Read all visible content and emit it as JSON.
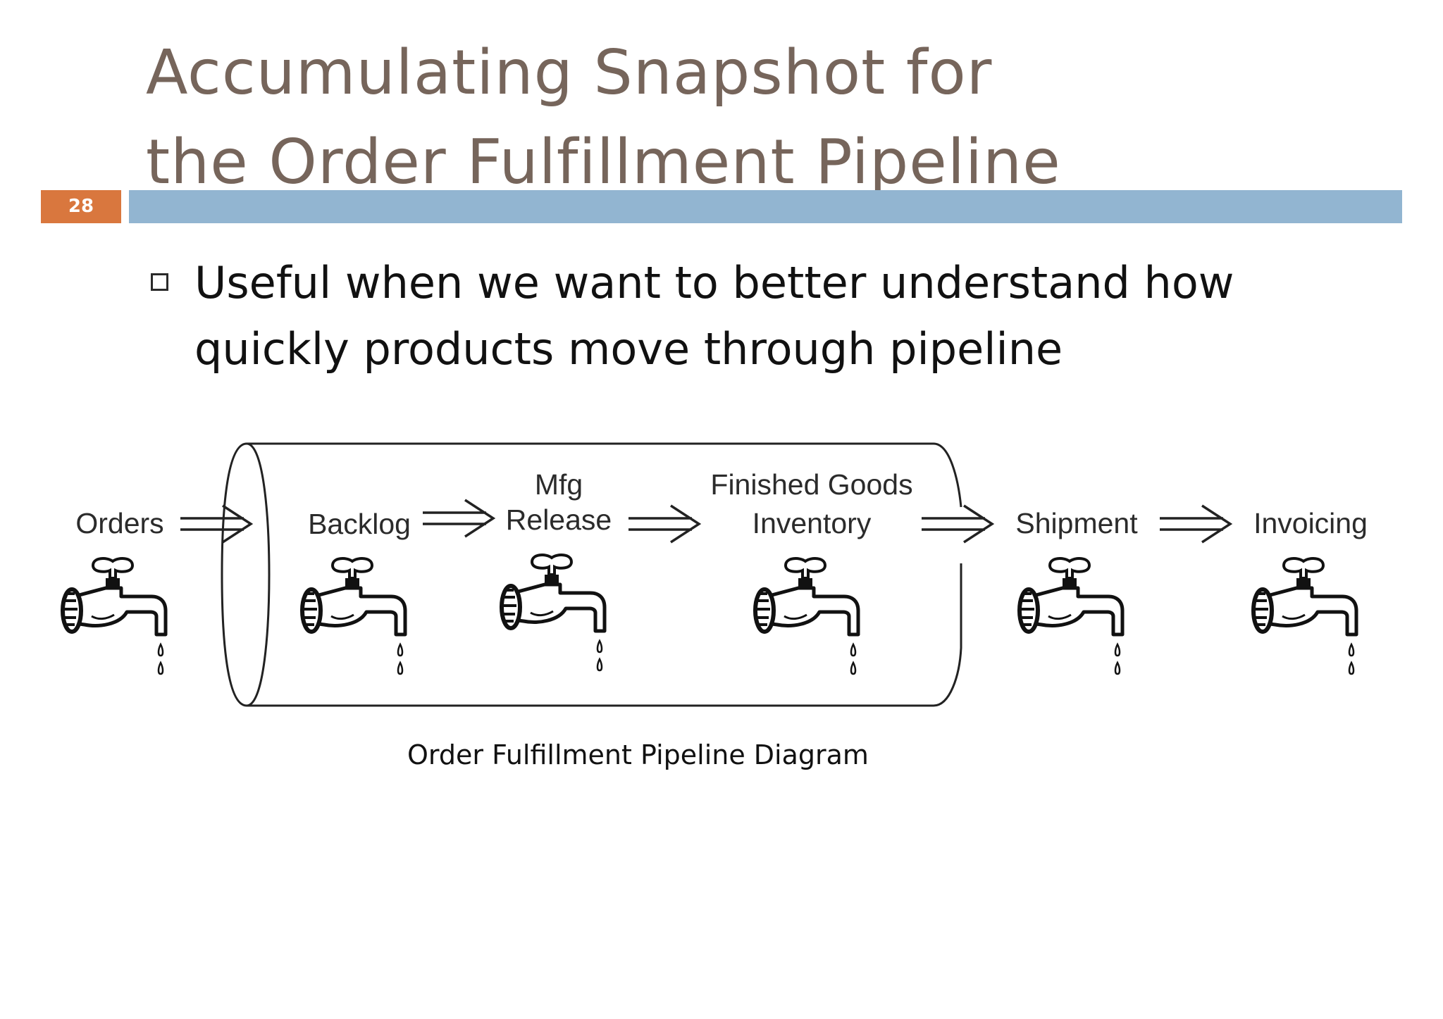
{
  "slide": {
    "title_line1": "Accumulating Snapshot for",
    "title_line2": "the Order Fulfillment Pipeline",
    "page_number": "28",
    "bullet": "Useful when we want to better understand how quickly products move through pipeline",
    "caption": "Order Fulfillment Pipeline Diagram"
  },
  "diagram": {
    "stages": [
      {
        "lines": [
          "Orders"
        ],
        "inside_pipe": false
      },
      {
        "lines": [
          "Backlog"
        ],
        "inside_pipe": true
      },
      {
        "lines": [
          "Mfg",
          "Release"
        ],
        "inside_pipe": true
      },
      {
        "lines": [
          "Finished Goods",
          "Inventory"
        ],
        "inside_pipe": true
      },
      {
        "lines": [
          "Shipment"
        ],
        "inside_pipe": false
      },
      {
        "lines": [
          "Invoicing"
        ],
        "inside_pipe": false
      }
    ],
    "icon": "faucet-icon",
    "connector": "double-arrow-icon"
  },
  "colors": {
    "title": "#76655b",
    "accent_orange": "#d9773e",
    "accent_blue": "#92b5d1"
  }
}
